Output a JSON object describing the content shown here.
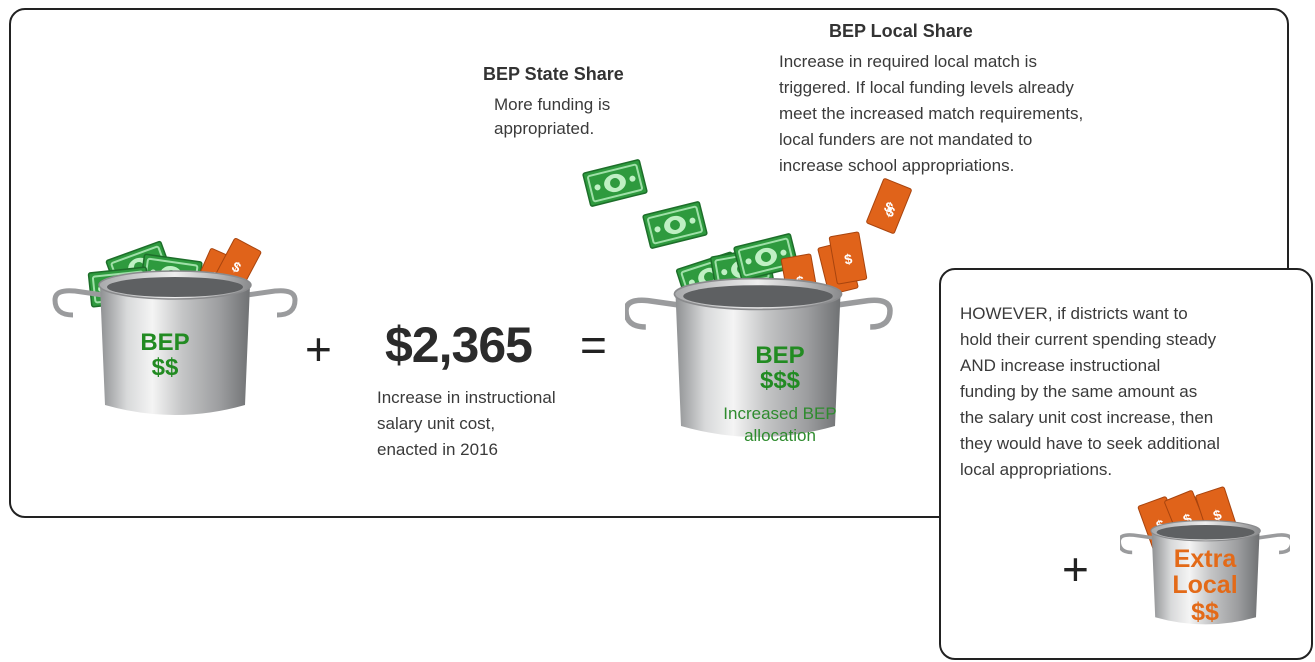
{
  "state_share": {
    "title": "BEP State Share",
    "line1": "More funding is",
    "line2": "appropriated."
  },
  "local_share": {
    "title": "BEP Local Share",
    "lines": [
      "Increase in required local match is",
      "triggered. If local funding levels already",
      "meet the increased match requirements,",
      "local funders are not mandated to",
      "increase school appropriations."
    ]
  },
  "pot_left": {
    "line1": "BEP",
    "line2": "$$"
  },
  "plus_sign": "+",
  "equals_sign": "=",
  "amount": "$2,365",
  "amount_caption": [
    "Increase in instructional",
    "salary unit cost,",
    "enacted in 2016"
  ],
  "pot_middle": {
    "line1": "BEP",
    "line2": "$$$",
    "note1": "Increased BEP",
    "note2": "allocation"
  },
  "however": {
    "lines": [
      "HOWEVER,  if districts want to",
      "hold their current spending steady",
      "AND increase instructional",
      "funding by the same amount as",
      "the salary unit cost increase, then",
      "they would have to seek additional",
      "local appropriations."
    ]
  },
  "pot_extra": {
    "line1": "Extra",
    "line2": "Local",
    "line3": "$$"
  },
  "bill_symbol": "$",
  "colors": {
    "green_cash": "#2e9a3e",
    "orange_cash": "#e0631a",
    "label_green": "#228b22",
    "label_orange": "#e36a18"
  }
}
